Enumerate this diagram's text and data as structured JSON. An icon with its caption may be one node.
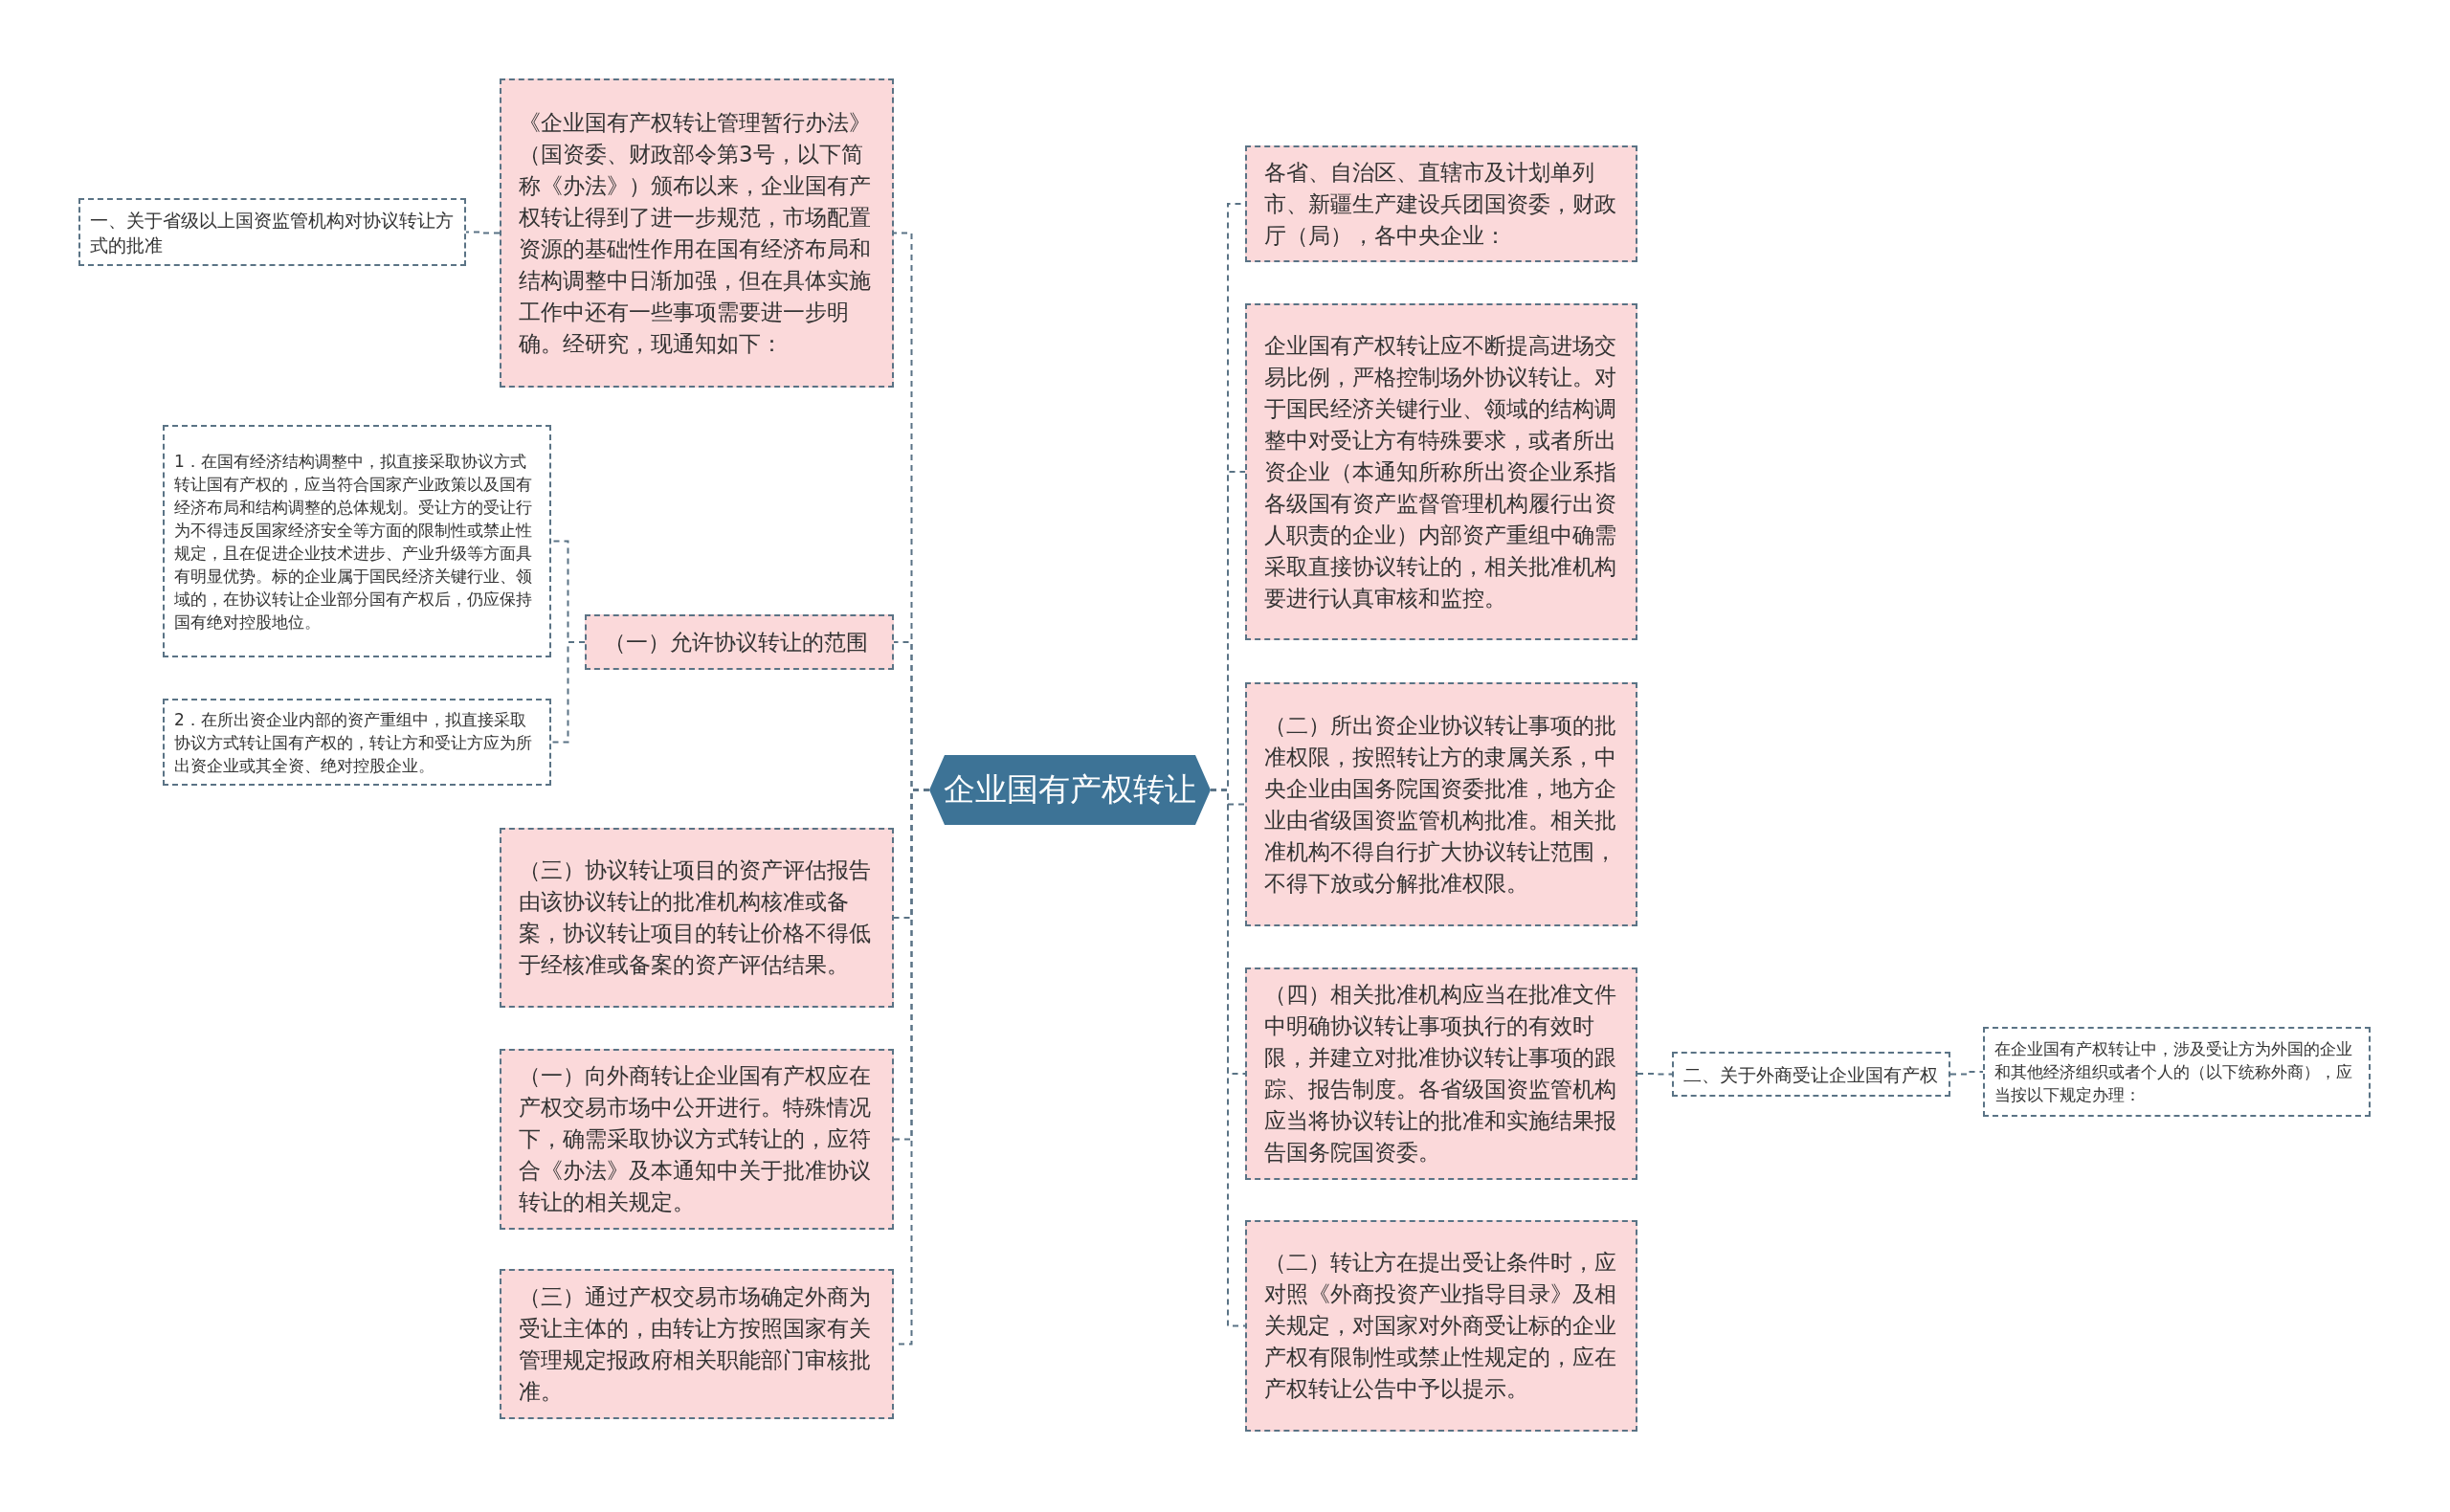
{
  "diagram": {
    "nodes": [
      {
        "text": [
          "企业国有产权转让"
        ]
      },
      {
        "text": [
          "《企业国有产权转让管理暂行办法》（国资委、财政部令第3号，以下简称《办法》）颁布以来，企业国有产权转让得到了进一步规范，市场配置资源的基础性作用在国有经济布局和结构调整中日渐加强，但在具体实施工作中还有一些事项需要进一步明确。经研究，现通知如下："
        ]
      },
      {
        "text": [
          "一、关于省级以上国资监管机构对协议转让方式的批准"
        ]
      },
      {
        "text": [
          "（一）允许协议转让的范围"
        ]
      },
      {
        "text": [
          "1．在国有经济结构调整中，拟直接采取协议方式转让国有产权的，应当符合国家产业政策以及国有经济布局和结构调整的总体规划。受让方的受让行为不得违反国家经济安全等方面的限制性或禁止性规定，且在促进企业技术进步、产业升级等方面具有明显优势。标的企业属于国民经济关键行业、领域的，在协议转让企业部分国有产权后，仍应保持国有绝对控股地位。"
        ]
      },
      {
        "text": [
          "2．在所出资企业内部的资产重组中，拟直接采取协议方式转让国有产权的，转让方和受让方应为所出资企业或其全资、绝对控股企业。"
        ]
      },
      {
        "text": [
          "（三）协议转让项目的资产评估报告由该协议转让的批准机构核准或备案，协议转让项目的转让价格不得低于经核准或备案的资产评估结果。"
        ]
      },
      {
        "text": [
          "（一）向外商转让企业国有产权应在产权交易市场中公开进行。特殊情况下，确需采取协议方式转让的，应符合《办法》及本通知中关于批准协议转让的相关规定。"
        ]
      },
      {
        "text": [
          "（三）通过产权交易市场确定外商为受让主体的，由转让方按照国家有关管理规定报政府相关职能部门审核批准。"
        ]
      },
      {
        "text": [
          "各省、自治区、直辖市及计划单列市、新疆生产建设兵团国资委，财政厅（局），各中央企业："
        ]
      },
      {
        "text": [
          "企业国有产权转让应不断提高进场交易比例，严格控制场外协议转让。对于国民经济关键行业、领域的结构调整中对受让方有特殊要求，或者所出资企业（本通知所称所出资企业系指各级国有资产监督管理机构履行出资人职责的企业）内部资产重组中确需采取直接协议转让的，相关批准机构要进行认真审核和监控。"
        ]
      },
      {
        "text": [
          "（二）所出资企业协议转让事项的批准权限，按照转让方的隶属关系，中央企业由国务院国资委批准，地方企业由省级国资监管机构批准。相关批准机构不得自行扩大协议转让范围，不得下放或分解批准权限。"
        ]
      },
      {
        "text": [
          "（四）相关批准机构应当在批准文件中明确协议转让事项执行的有效时限，并建立对批准协议转让事项的跟踪、报告制度。各省级国资监管机构应当将协议转让的批准和实施结果报告国务院国资委。"
        ]
      },
      {
        "text": [
          "（二）转让方在提出受让条件时，应对照《外商投资产业指导目录》及相关规定，对国家对外商受让标的企业产权有限制性或禁止性规定的，应在产权转让公告中予以提示。"
        ]
      },
      {
        "text": [
          "二、关于外商受让企业国有产权"
        ]
      },
      {
        "text": [
          "在企业国有产权转让中，涉及受让方为外国的企业和其他经济组织或者个人的（以下统称外商），应当按以下规定办理："
        ]
      }
    ],
    "edges": [
      {
        "from": 0,
        "to": 1,
        "arrow": "none"
      },
      {
        "from": 1,
        "to": 2,
        "arrow": "none"
      },
      {
        "from": 0,
        "to": 3,
        "arrow": "none"
      },
      {
        "from": 3,
        "to": 4,
        "arrow": "none"
      },
      {
        "from": 3,
        "to": 5,
        "arrow": "none"
      },
      {
        "from": 0,
        "to": 6,
        "arrow": "none"
      },
      {
        "from": 0,
        "to": 7,
        "arrow": "none"
      },
      {
        "from": 0,
        "to": 8,
        "arrow": "none"
      },
      {
        "from": 0,
        "to": 9,
        "arrow": "none"
      },
      {
        "from": 0,
        "to": 10,
        "arrow": "none"
      },
      {
        "from": 0,
        "to": 11,
        "arrow": "none"
      },
      {
        "from": 0,
        "to": 12,
        "arrow": "none"
      },
      {
        "from": 0,
        "to": 13,
        "arrow": "none"
      },
      {
        "from": 12,
        "to": 14,
        "arrow": "none"
      },
      {
        "from": 14,
        "to": 15,
        "arrow": "none"
      }
    ]
  }
}
